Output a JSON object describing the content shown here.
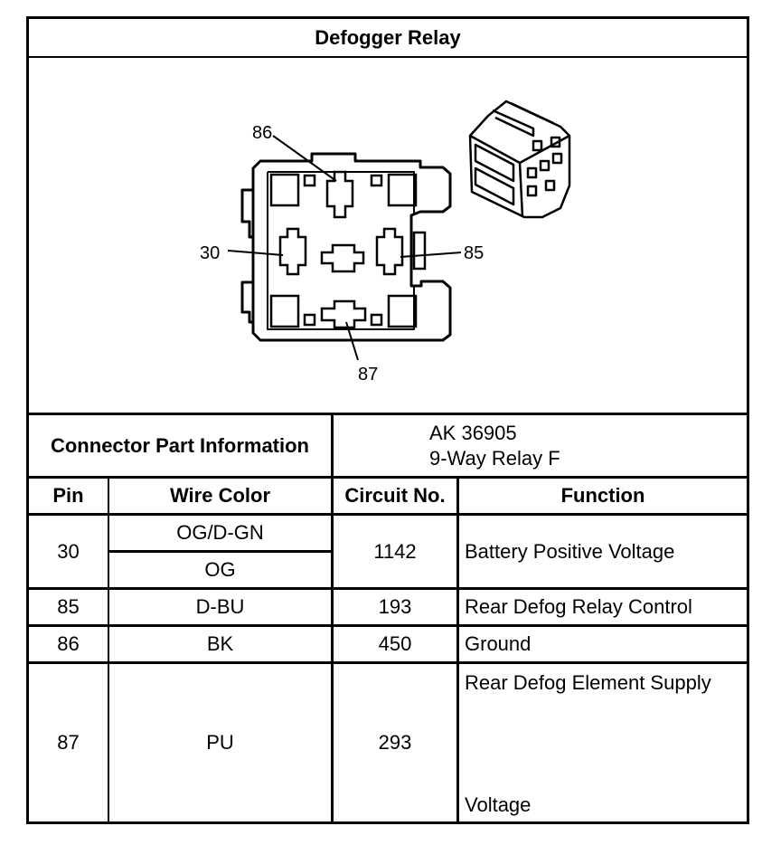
{
  "title": "Defogger Relay",
  "diagram": {
    "pin_labels": [
      "86",
      "30",
      "85",
      "87"
    ]
  },
  "connector_info": {
    "label": "Connector Part Information",
    "part_number": "AK 36905",
    "description": "9-Way Relay F"
  },
  "table": {
    "headers": [
      "Pin",
      "Wire Color",
      "Circuit No.",
      "Function"
    ],
    "rows": [
      {
        "pin": "30",
        "wire_colors": [
          "OG/D-GN",
          "OG"
        ],
        "circuit": "1142",
        "function": "Battery Positive Voltage"
      },
      {
        "pin": "85",
        "wire_colors": [
          "D-BU"
        ],
        "circuit": "193",
        "function": "Rear Defog Relay Control"
      },
      {
        "pin": "86",
        "wire_colors": [
          "BK"
        ],
        "circuit": "450",
        "function": "Ground"
      },
      {
        "pin": "87",
        "wire_colors": [
          "PU"
        ],
        "circuit": "293",
        "function_lines": [
          "Rear Defog Element Supply",
          "Voltage"
        ]
      }
    ]
  }
}
